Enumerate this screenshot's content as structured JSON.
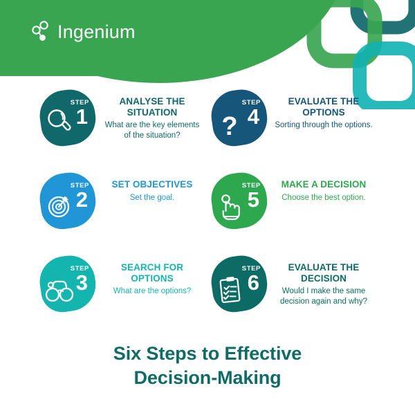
{
  "brand": {
    "name": "Ingenium",
    "logo_icon": "molecule-three-circles-icon",
    "header_color": "#39a551",
    "logo_text_color": "#ffffff"
  },
  "decoration": {
    "name": "overlapping-rounded-square-rings",
    "rings": [
      {
        "name": "ring-dark-teal",
        "color": "#156b6e"
      },
      {
        "name": "ring-green",
        "color": "#39a551"
      },
      {
        "name": "ring-cyan",
        "color": "#11b3b3"
      }
    ]
  },
  "steps": [
    {
      "step_label": "STEP",
      "number": "1",
      "title": "ANALYSE THE SITUATION",
      "description": "What are the key elements of the situation?",
      "color": "#10686b",
      "icon": "magnifying-glass-icon"
    },
    {
      "step_label": "STEP",
      "number": "4",
      "title": "EVALUATE THE OPTIONS",
      "description": "Sorting through the options.",
      "color": "#15567a",
      "icon": "question-mark-icon"
    },
    {
      "step_label": "STEP",
      "number": "2",
      "title": "SET OBJECTIVES",
      "description": "Set the goal.",
      "color": "#2196d6",
      "icon": "target-dartboard-icon"
    },
    {
      "step_label": "STEP",
      "number": "5",
      "title": "MAKE A DECISION",
      "description": "Choose the best option.",
      "color": "#2ea84f",
      "icon": "pointing-hand-tap-icon"
    },
    {
      "step_label": "STEP",
      "number": "3",
      "title": "SEARCH FOR OPTIONS",
      "description": "What are the options?",
      "color": "#14b5ae",
      "icon": "binoculars-icon"
    },
    {
      "step_label": "STEP",
      "number": "6",
      "title": "EVALUATE THE DECISION",
      "description": "Would I make the same decision again and why?",
      "color": "#0d6b66",
      "icon": "clipboard-checklist-icon"
    }
  ],
  "footer": {
    "title_line1": "Six Steps to Effective",
    "title_line2": "Decision-Making",
    "color": "#0f6b66"
  }
}
